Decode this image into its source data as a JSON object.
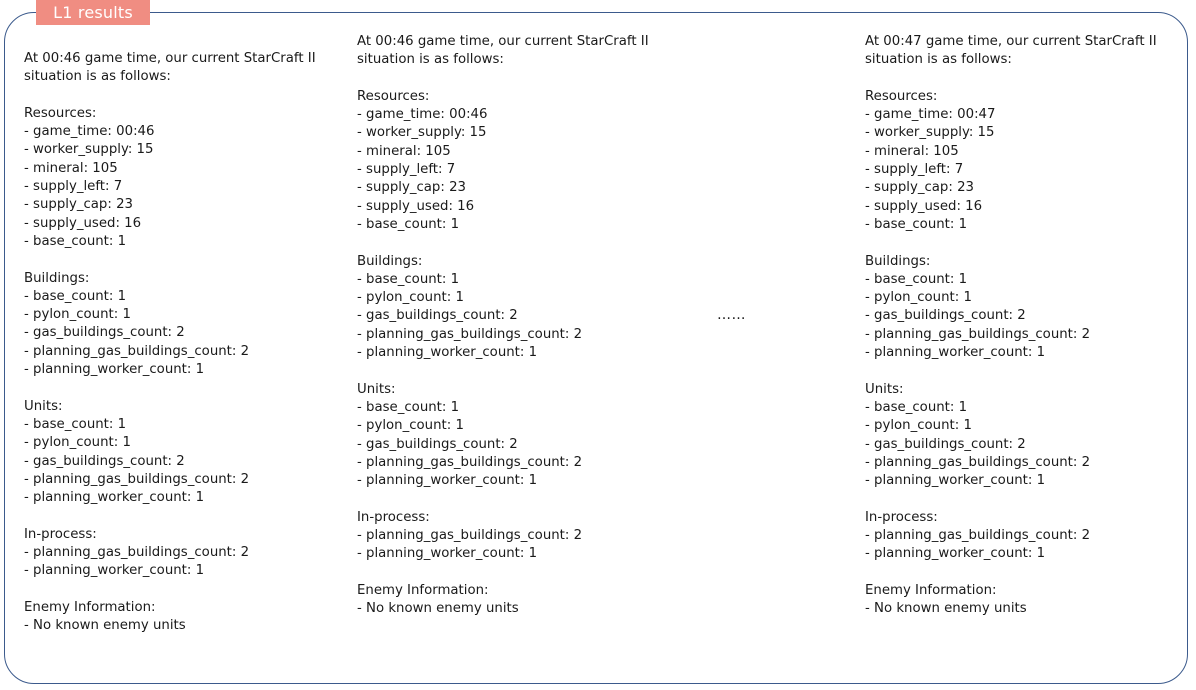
{
  "header": {
    "tag_label": "L1 results"
  },
  "ellipsis": "……",
  "columns": [
    {
      "intro": [
        "At 00:46 game time, our current StarCraft II",
        "situation is as follows:"
      ],
      "sections": [
        {
          "title": "Resources:",
          "items": [
            "- game_time: 00:46",
            "- worker_supply: 15",
            "- mineral: 105",
            "- supply_left: 7",
            "- supply_cap: 23",
            "- supply_used: 16",
            "- base_count: 1"
          ]
        },
        {
          "title": "Buildings:",
          "items": [
            "- base_count: 1",
            "- pylon_count: 1",
            "- gas_buildings_count: 2",
            "- planning_gas_buildings_count: 2",
            "- planning_worker_count: 1"
          ]
        },
        {
          "title": "Units:",
          "items": [
            "- base_count: 1",
            "- pylon_count: 1",
            "- gas_buildings_count: 2",
            "- planning_gas_buildings_count: 2",
            "- planning_worker_count: 1"
          ]
        },
        {
          "title": "In-process:",
          "items": [
            "- planning_gas_buildings_count: 2",
            "- planning_worker_count: 1"
          ]
        },
        {
          "title": "Enemy Information:",
          "items": [
            "- No known enemy units"
          ]
        }
      ]
    },
    {
      "intro": [
        "At 00:46 game time, our current StarCraft II",
        "situation is as follows:"
      ],
      "sections": [
        {
          "title": "Resources:",
          "items": [
            "- game_time: 00:46",
            "- worker_supply: 15",
            "- mineral: 105",
            "- supply_left: 7",
            "- supply_cap: 23",
            "- supply_used: 16",
            "- base_count: 1"
          ]
        },
        {
          "title": "Buildings:",
          "items": [
            "- base_count: 1",
            "- pylon_count: 1",
            "- gas_buildings_count: 2",
            "- planning_gas_buildings_count: 2",
            "- planning_worker_count: 1"
          ]
        },
        {
          "title": "Units:",
          "items": [
            "- base_count: 1",
            "- pylon_count: 1",
            "- gas_buildings_count: 2",
            "- planning_gas_buildings_count: 2",
            "- planning_worker_count: 1"
          ]
        },
        {
          "title": "In-process:",
          "items": [
            "- planning_gas_buildings_count: 2",
            "- planning_worker_count: 1"
          ]
        },
        {
          "title": "Enemy Information:",
          "items": [
            "- No known enemy units"
          ]
        }
      ]
    },
    {
      "intro": [
        "At 00:47 game time, our current StarCraft II",
        "situation is as follows:"
      ],
      "sections": [
        {
          "title": "Resources:",
          "items": [
            "- game_time: 00:47",
            "- worker_supply: 15",
            "- mineral: 105",
            "- supply_left: 7",
            "- supply_cap: 23",
            "- supply_used: 16",
            "- base_count: 1"
          ]
        },
        {
          "title": "Buildings:",
          "items": [
            "- base_count: 1",
            "- pylon_count: 1",
            "- gas_buildings_count: 2",
            "- planning_gas_buildings_count: 2",
            "- planning_worker_count: 1"
          ]
        },
        {
          "title": "Units:",
          "items": [
            "- base_count: 1",
            "- pylon_count: 1",
            "- gas_buildings_count: 2",
            "- planning_gas_buildings_count: 2",
            "- planning_worker_count: 1"
          ]
        },
        {
          "title": "In-process:",
          "items": [
            "- planning_gas_buildings_count: 2",
            "- planning_worker_count: 1"
          ]
        },
        {
          "title": "Enemy Information:",
          "items": [
            "- No known enemy units"
          ]
        }
      ]
    }
  ]
}
